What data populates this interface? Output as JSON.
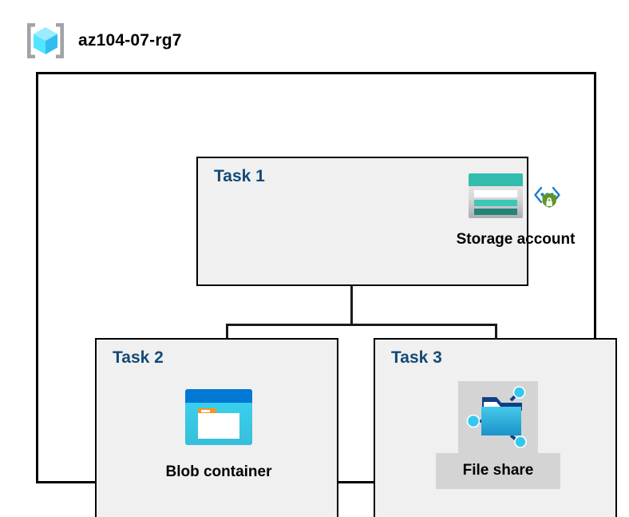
{
  "diagram": {
    "resource_group": {
      "icon": "resource-group-cube-icon",
      "name": "az104-07-rg7"
    },
    "tasks": [
      {
        "id": "task-1",
        "label": "Task 1",
        "resource": {
          "label": "Storage account",
          "icons": [
            "storage-account-icon",
            "private-endpoint-shield-icon"
          ],
          "highlighted": false
        }
      },
      {
        "id": "task-2",
        "label": "Task 2",
        "resource": {
          "label": "Blob container",
          "icons": [
            "blob-container-icon"
          ],
          "highlighted": false
        }
      },
      {
        "id": "task-3",
        "label": "Task 3",
        "resource": {
          "label": "File share",
          "icons": [
            "file-share-icon"
          ],
          "highlighted": true
        }
      }
    ],
    "connectors": [
      {
        "from": "task-1",
        "to": "task-2"
      },
      {
        "from": "task-1",
        "to": "task-3"
      }
    ],
    "colors": {
      "task_label": "#134a77",
      "task_fill": "#f0f0f0",
      "border": "#000000",
      "highlight": "#d4d4d4",
      "storage_teal": "#32bcad",
      "storage_teal_dark": "#258277",
      "blob_blue": "#0078d4",
      "blob_cyan": "#32d4f5",
      "accent_orange": "#f7941e",
      "shield_green": "#5e9624",
      "cube_cyan": "#50e6ff"
    }
  }
}
